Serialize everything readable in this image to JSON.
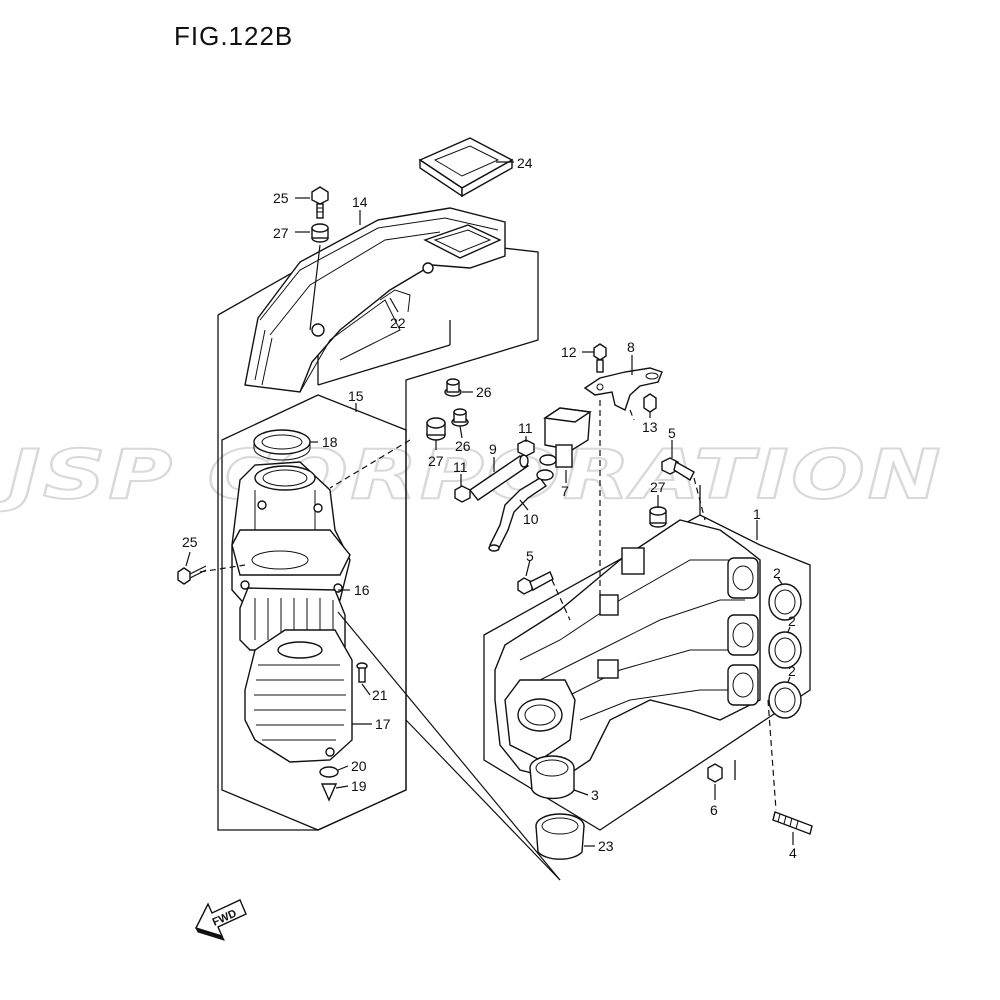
{
  "figure": {
    "title": "FIG.122B"
  },
  "watermark": {
    "text": "JSP CORPORATION"
  },
  "fwd": {
    "label": "FWD"
  },
  "callouts": {
    "c1": "1",
    "c2a": "2",
    "c2b": "2",
    "c2c": "2",
    "c3": "3",
    "c4": "4",
    "c5a": "5",
    "c5b": "5",
    "c6": "6",
    "c7": "7",
    "c8": "8",
    "c9": "9",
    "c10": "10",
    "c11a": "11",
    "c11b": "11",
    "c12": "12",
    "c13": "13",
    "c14": "14",
    "c15": "15",
    "c16": "16",
    "c17": "17",
    "c18": "18",
    "c19": "19",
    "c20": "20",
    "c21": "21",
    "c22": "22",
    "c23": "23",
    "c24": "24",
    "c25a": "25",
    "c25b": "25",
    "c26a": "26",
    "c26b": "26",
    "c27a": "27",
    "c27b": "27",
    "c27c": "27"
  },
  "icons": {
    "parts": [
      "air-cleaner-cover",
      "air-cleaner-case",
      "intake-manifold",
      "gaskets",
      "bolts",
      "hoses",
      "solenoid-valve",
      "fwd-arrow"
    ]
  }
}
